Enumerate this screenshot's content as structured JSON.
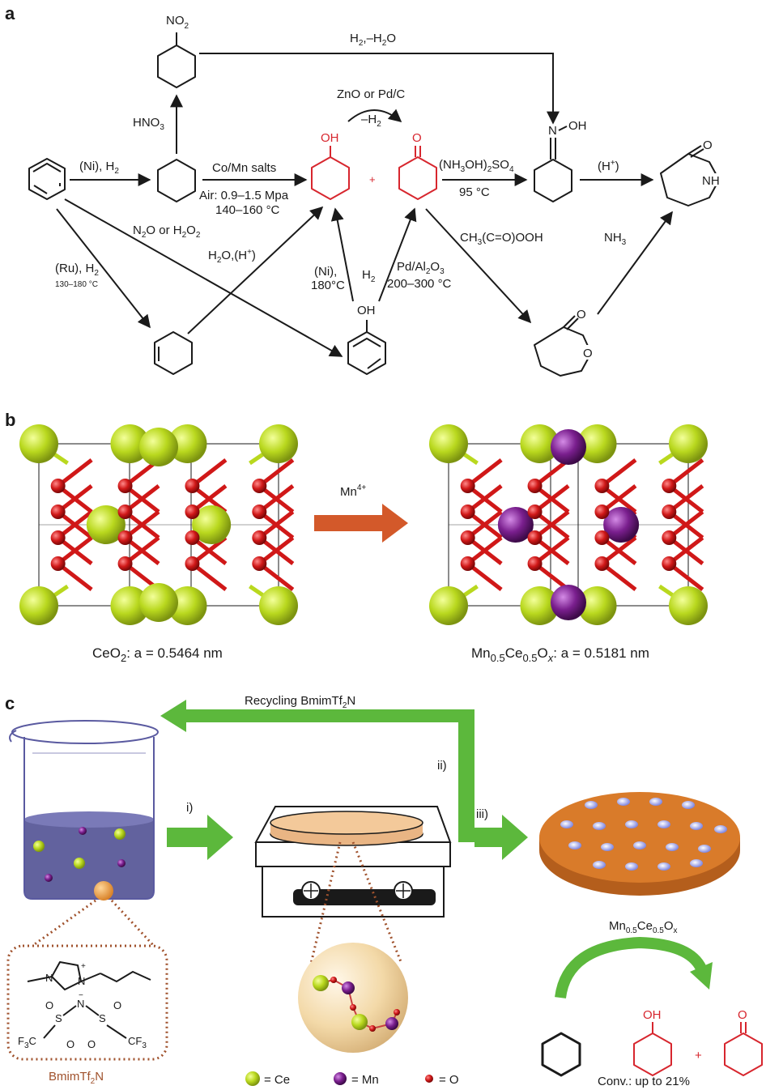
{
  "panels": {
    "a": "a",
    "b": "b",
    "c": "c"
  },
  "panel_a": {
    "nitro": "NO",
    "nitro_sub": "2",
    "h2_h2o_1": "H",
    "h2_h2o_sub": "2",
    "h2_h2o_2": ",–H",
    "h2_h2o_sub2": "2",
    "h2_h2o_3": "O",
    "hno3": "HNO",
    "hno3_sub": "3",
    "ni_h2": "(Ni), H",
    "ni_h2_sub": "2",
    "co_mn": "Co/Mn salts",
    "air": "Air: 0.9–1.5 Mpa",
    "temp1": "140–160 °C",
    "zno": "ZnO or Pd/C",
    "minus_h2": "–H",
    "minus_h2_sub": "2",
    "oh": "OH",
    "o": "O",
    "plus": "+",
    "hydroxylamine": "(NH",
    "hydroxylamine_2": "OH)",
    "hydroxylamine_3": "SO",
    "hydroxylamine_sub3": "3",
    "hydroxylamine_sub2": "2",
    "hydroxylamine_sub4": "4",
    "temp95": "95 °C",
    "oxime_n": "N",
    "oxime_oh": "OH",
    "h_plus": "(H",
    "h_plus_sup": "+",
    "h_plus_close": ")",
    "lactam_o": "O",
    "lactam_nh": "NH",
    "n2o": "N",
    "n2o_sub": "2",
    "n2o_2": "O or H",
    "n2o_sub2": "2",
    "n2o_3": "O",
    "n2o_sub3": "2",
    "water_h": "H",
    "water_sub": "2",
    "water_o": "O,(H",
    "water_sup": "+",
    "water_close": ")",
    "ru": "(Ru), H",
    "ru_sub": "2",
    "ru_temp": "130–180 °C",
    "ni2": "(Ni),",
    "ni2_temp": "180°C",
    "h2_vert": "H",
    "h2_vert_sub": "2",
    "pd": "Pd/Al",
    "pd_sub": "2",
    "pd_2": "O",
    "pd_sub2": "3",
    "pd_temp": "200–300 °C",
    "peracid": "CH",
    "peracid_sub": "3",
    "peracid_2": "(C=O)OOH",
    "nh3": "NH",
    "nh3_sub": "3",
    "phenol_oh": "OH",
    "lactone_o1": "O",
    "lactone_o2": "O"
  },
  "panel_b": {
    "arrow_label": "Mn",
    "arrow_label_sup": "4+",
    "left_caption_1": "CeO",
    "left_caption_sub": "2",
    "left_caption_2": ": a = 0.5464 nm",
    "right_caption_1": "Mn",
    "right_caption_sub1": "0.5",
    "right_caption_2": "Ce",
    "right_caption_sub2": "0.5",
    "right_caption_3": "O",
    "right_caption_sub3": "x",
    "right_caption_4": ": a = 0.5181 nm"
  },
  "panel_c": {
    "recycling_1": "Recycling BmimTf",
    "recycling_sub": "2",
    "recycling_2": "N",
    "step_i": "i)",
    "step_ii": "ii)",
    "step_iii": "iii)",
    "bmim_1": "BmimTf",
    "bmim_sub": "2",
    "bmim_2": "N",
    "catalyst_1": "Mn",
    "catalyst_sub1": "0.5",
    "catalyst_2": "Ce",
    "catalyst_sub2": "0.5",
    "catalyst_3": "O",
    "catalyst_sub3": "x",
    "product_oh": "OH",
    "product_o": "O",
    "product_plus": "+",
    "conversion": "Conv.: up to 21%",
    "legend_ce": "= Ce",
    "legend_mn": "= Mn",
    "legend_o": "= O",
    "il_n": "N",
    "il_n2": "N",
    "il_s1": "S",
    "il_s2": "S",
    "il_n3": "N",
    "il_o": "O",
    "il_cf3_l": "F",
    "il_cf3_l_sub": "3",
    "il_cf3_l_c": "C",
    "il_cf3_r": "CF",
    "il_cf3_r_sub": "3",
    "il_plus": "+",
    "il_minus": "−"
  },
  "colors": {
    "ce": "#b9d81e",
    "mn": "#7a1f8e",
    "o": "#d01818",
    "green_arrow": "#5cb83c",
    "orange_arrow": "#d3592a",
    "product_red": "#d7262e",
    "disc": "#d97b2a",
    "liquid": "#5a5a99",
    "brown_dots": "#a0522d"
  }
}
